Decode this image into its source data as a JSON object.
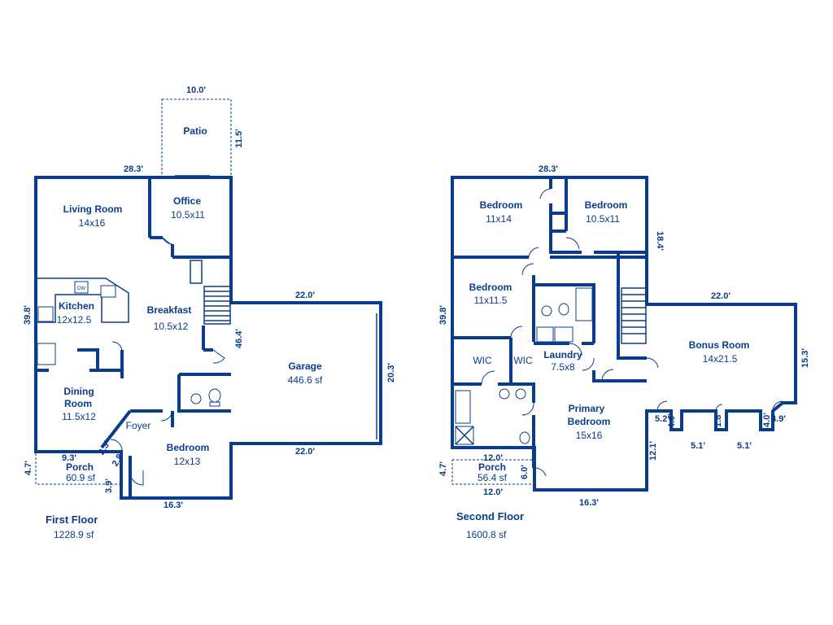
{
  "first_floor": {
    "title": "First Floor",
    "area": "1228.9 sf",
    "rooms": {
      "patio": {
        "name": "Patio"
      },
      "office": {
        "name": "Office",
        "size": "10.5x11"
      },
      "living": {
        "name": "Living Room",
        "size": "14x16"
      },
      "kitchen": {
        "name": "Kitchen",
        "size": "12x12.5"
      },
      "breakfast": {
        "name": "Breakfast",
        "size": "10.5x12"
      },
      "dining": {
        "name": "Dining",
        "name2": "Room",
        "size": "11.5x12"
      },
      "foyer": {
        "name": "Foyer"
      },
      "bedroom": {
        "name": "Bedroom",
        "size": "12x13"
      },
      "porch": {
        "name": "Porch",
        "size": "60.9 sf"
      },
      "garage": {
        "name": "Garage",
        "size": "446.6 sf"
      }
    },
    "appliance_label": "DW",
    "dims": {
      "patio_w": "10.0'",
      "patio_h": "11.5'",
      "top": "28.3'",
      "left": "39.8'",
      "garage_top": "22.0'",
      "garage_bottom": "22.0'",
      "garage_h": "20.3'",
      "inner": "46.4'",
      "bottom": "16.3'",
      "porch_w": "9.3'",
      "porch_h": "4.7'",
      "porch_side": "3.9'",
      "angle1": "2.3'",
      "angle2": "2.8'"
    }
  },
  "second_floor": {
    "title": "Second Floor",
    "area": "1600.8 sf",
    "rooms": {
      "bed1": {
        "name": "Bedroom",
        "size": "11x14"
      },
      "bed2": {
        "name": "Bedroom",
        "size": "10.5x11"
      },
      "bed3": {
        "name": "Bedroom",
        "size": "11x11.5"
      },
      "wic1": {
        "name": "WIC"
      },
      "wic2": {
        "name": "WIC"
      },
      "laundry": {
        "name": "Laundry",
        "size": "7.5x8"
      },
      "bonus": {
        "name": "Bonus Room",
        "size": "14x21.5"
      },
      "primary": {
        "name": "Primary",
        "name2": "Bedroom",
        "size": "15x16"
      },
      "porch": {
        "name": "Porch",
        "size": "56.4 sf"
      }
    },
    "dims": {
      "top": "28.3'",
      "right": "18.4'",
      "left": "39.8'",
      "bonus_top": "22.0'",
      "bonus_right": "15.3'",
      "d52": "5.2'",
      "d40a": "4.0'",
      "d51a": "5.1'",
      "d1x": "1.8'",
      "d51b": "5.1'",
      "d40b": "4.0'",
      "d49": "4.9'",
      "primary_side": "12.1'",
      "bottom": "16.3'",
      "porch_top": "12.0'",
      "porch_bottom": "12.0'",
      "porch_side": "6.0'",
      "porch_left": "4.7'"
    }
  }
}
